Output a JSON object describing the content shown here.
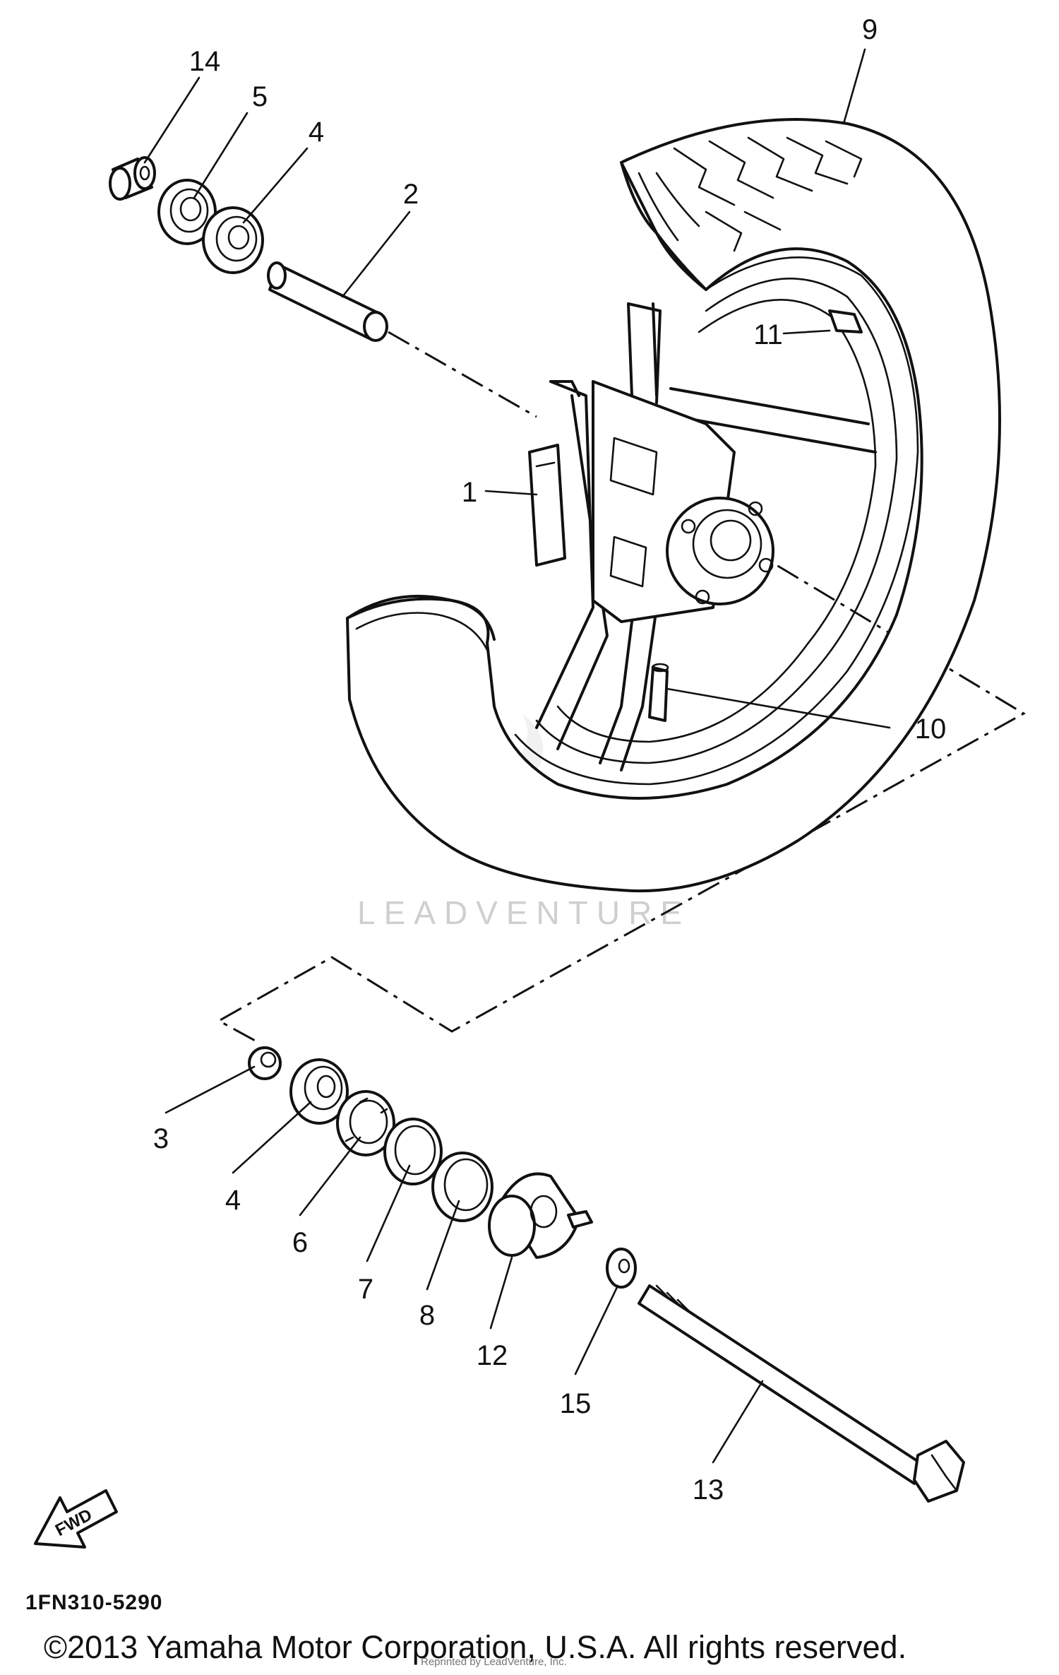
{
  "diagram": {
    "callouts": [
      "14",
      "5",
      "4",
      "2",
      "9",
      "11",
      "1",
      "10",
      "3",
      "4",
      "6",
      "7",
      "8",
      "12",
      "15",
      "13"
    ],
    "fwd_label": "FWD",
    "doc_code": "1FN310-5290",
    "watermark": "LEADVENTURE",
    "copyright": "©2013 Yamaha Motor Corporation, U.S.A. All rights reserved.",
    "reprint_note": "Reprinted by LeadVenture, Inc."
  }
}
